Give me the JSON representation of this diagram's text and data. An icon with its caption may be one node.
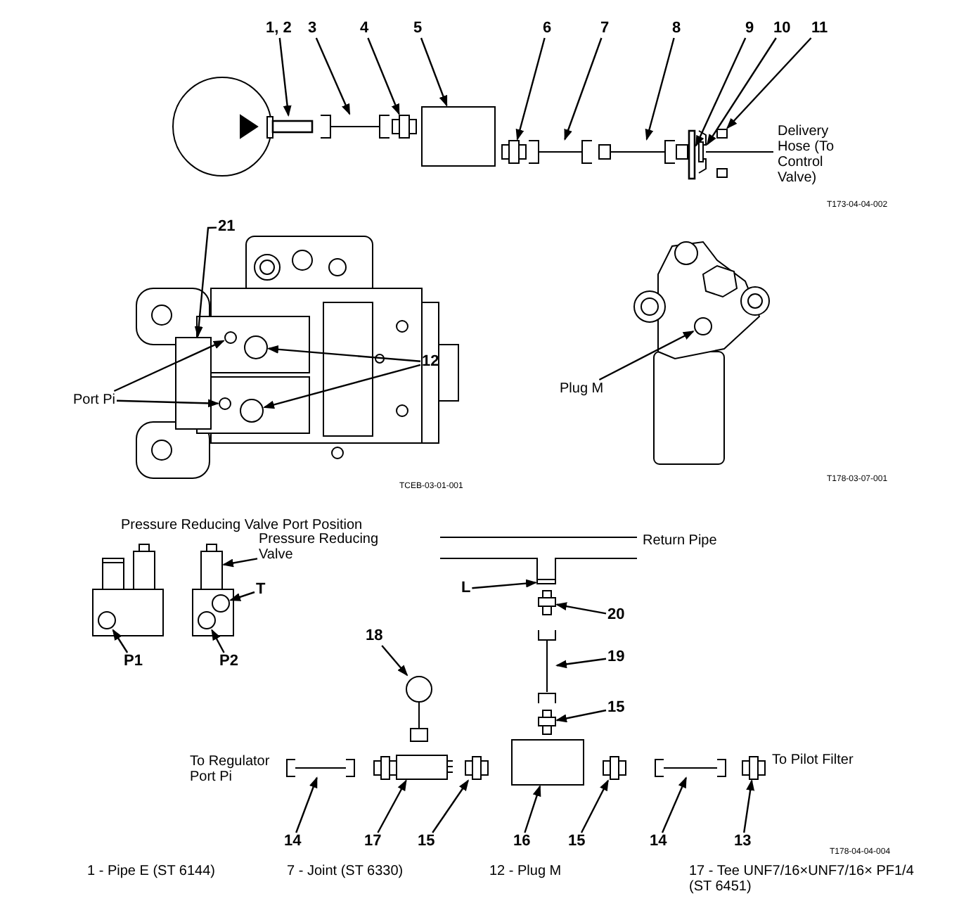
{
  "diagram": {
    "nodes": [
      {
        "text": [
          "1, 2"
        ]
      },
      {
        "text": [
          "3"
        ]
      },
      {
        "text": [
          "4"
        ]
      },
      {
        "text": [
          "5"
        ]
      },
      {
        "text": [
          "6"
        ]
      },
      {
        "text": [
          "7"
        ]
      },
      {
        "text": [
          "8"
        ]
      },
      {
        "text": [
          "9"
        ]
      },
      {
        "text": [
          "10"
        ]
      },
      {
        "text": [
          "11"
        ]
      },
      {
        "text": [
          "21"
        ]
      },
      {
        "text": [
          "Port Pi"
        ]
      },
      {
        "text": [
          "12"
        ]
      },
      {
        "text": [
          "Plug M"
        ]
      },
      {
        "text": [
          "Pressure Reducing Valve"
        ]
      },
      {
        "text": [
          "T"
        ]
      },
      {
        "text": [
          "P1"
        ]
      },
      {
        "text": [
          "P2"
        ]
      },
      {
        "text": [
          "L"
        ]
      },
      {
        "text": [
          "20"
        ]
      },
      {
        "text": [
          "19"
        ]
      },
      {
        "text": [
          "15"
        ]
      },
      {
        "text": [
          "18"
        ]
      },
      {
        "text": [
          "14"
        ]
      },
      {
        "text": [
          "17"
        ]
      },
      {
        "text": [
          "15"
        ]
      },
      {
        "text": [
          "16"
        ]
      },
      {
        "text": [
          "15"
        ]
      },
      {
        "text": [
          "14"
        ]
      },
      {
        "text": [
          "13"
        ]
      },
      {
        "text": [],
        "shape": "bar"
      },
      {
        "text": [],
        "shape": "line"
      },
      {
        "text": [],
        "shape": "box"
      },
      {
        "text": [],
        "shape": "box"
      },
      {
        "text": [],
        "shape": "box"
      },
      {
        "text": [],
        "shape": "line"
      },
      {
        "text": [],
        "shape": "line"
      },
      {
        "text": [],
        "shape": "bar"
      },
      {
        "text": [],
        "shape": "box"
      },
      {
        "text": [],
        "shape": "box"
      },
      {
        "text": [],
        "shape": "box"
      },
      {
        "text": [],
        "shape": "circle"
      },
      {
        "text": [],
        "shape": "circle"
      },
      {
        "text": [],
        "shape": "circle"
      },
      {
        "text": [],
        "shape": "circle"
      },
      {
        "text": [],
        "shape": "circle"
      },
      {
        "text": [],
        "shape": "box"
      },
      {
        "text": [],
        "shape": "circle"
      },
      {
        "text": [],
        "shape": "circle"
      },
      {
        "text": [],
        "shape": "circle"
      },
      {
        "text": [],
        "shape": "box"
      },
      {
        "text": [],
        "shape": "box"
      },
      {
        "text": [],
        "shape": "line"
      },
      {
        "text": [],
        "shape": "box"
      },
      {
        "text": [],
        "shape": "circle"
      },
      {
        "text": [],
        "shape": "line"
      },
      {
        "text": [],
        "shape": "box"
      },
      {
        "text": [],
        "shape": "box"
      },
      {
        "text": [],
        "shape": "box"
      },
      {
        "text": [],
        "shape": "box"
      },
      {
        "text": [],
        "shape": "line"
      },
      {
        "text": [],
        "shape": "box"
      }
    ],
    "edges": [
      {
        "from": 0,
        "to": 30,
        "arrow": "to"
      },
      {
        "from": 1,
        "to": 31,
        "arrow": "to"
      },
      {
        "from": 2,
        "to": 32,
        "arrow": "to"
      },
      {
        "from": 3,
        "to": 33,
        "arrow": "to"
      },
      {
        "from": 4,
        "to": 34,
        "arrow": "to"
      },
      {
        "from": 5,
        "to": 35,
        "arrow": "to"
      },
      {
        "from": 6,
        "to": 36,
        "arrow": "to"
      },
      {
        "from": 7,
        "to": 37,
        "arrow": "to"
      },
      {
        "from": 8,
        "to": 38,
        "arrow": "to"
      },
      {
        "from": 9,
        "to": 39,
        "arrow": "to"
      },
      {
        "from": 10,
        "to": 40,
        "arrow": "to"
      },
      {
        "from": 11,
        "to": 41,
        "arrow": "to"
      },
      {
        "from": 11,
        "to": 42,
        "arrow": "to"
      },
      {
        "from": 12,
        "to": 43,
        "arrow": "to"
      },
      {
        "from": 12,
        "to": 44,
        "arrow": "to"
      },
      {
        "from": 13,
        "to": 45,
        "arrow": "to"
      },
      {
        "from": 14,
        "to": 46,
        "arrow": "to"
      },
      {
        "from": 15,
        "to": 47,
        "arrow": "to"
      },
      {
        "from": 16,
        "to": 48,
        "arrow": "to"
      },
      {
        "from": 17,
        "to": 49,
        "arrow": "to"
      },
      {
        "from": 18,
        "to": 50,
        "arrow": "to"
      },
      {
        "from": 19,
        "to": 51,
        "arrow": "to"
      },
      {
        "from": 20,
        "to": 52,
        "arrow": "to"
      },
      {
        "from": 21,
        "to": 53,
        "arrow": "to"
      },
      {
        "from": 22,
        "to": 54,
        "arrow": "to"
      },
      {
        "from": 23,
        "to": 55,
        "arrow": "to"
      },
      {
        "from": 24,
        "to": 56,
        "arrow": "to"
      },
      {
        "from": 25,
        "to": 57,
        "arrow": "to"
      },
      {
        "from": 26,
        "to": 58,
        "arrow": "to"
      },
      {
        "from": 27,
        "to": 59,
        "arrow": "to"
      },
      {
        "from": 28,
        "to": 60,
        "arrow": "to"
      },
      {
        "from": 29,
        "to": 61,
        "arrow": "to"
      }
    ],
    "labels": [
      "Delivery Hose (To Control Valve)",
      "T173-04-04-002",
      "TCEB-03-01-001",
      "T178-03-07-001",
      "Pressure Reducing Valve Port Position",
      "Return Pipe",
      "To Regulator Port Pi",
      "To Pilot Filter",
      "T178-04-04-004",
      "1 -  Pipe E (ST 6144)",
      "7 -  Joint (ST 6330)",
      "12 -  Plug M",
      "17 -  Tee UNF7/16×UNF7/16× PF1/4 (ST 6451)"
    ]
  }
}
